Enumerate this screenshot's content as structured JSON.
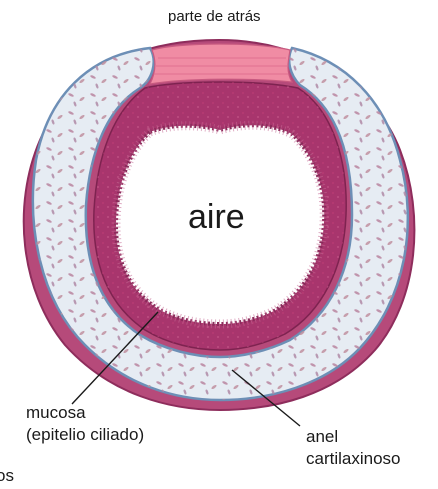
{
  "labels": {
    "top": "parte de atrás",
    "air": "aire",
    "mucosa": [
      "mucosa",
      "(epitelio ciliado)"
    ],
    "ring": [
      "anel",
      "cartilaxinoso"
    ],
    "cut": "os"
  },
  "colors": {
    "cartilage_fill": "#e6ecf3",
    "cartilage_border": "#6d8fb6",
    "outer_tissue": "#b64a7a",
    "mucosa_wall": "#a8356d",
    "muscle_band": "#f08ca4",
    "lumen": "#ffffff"
  }
}
